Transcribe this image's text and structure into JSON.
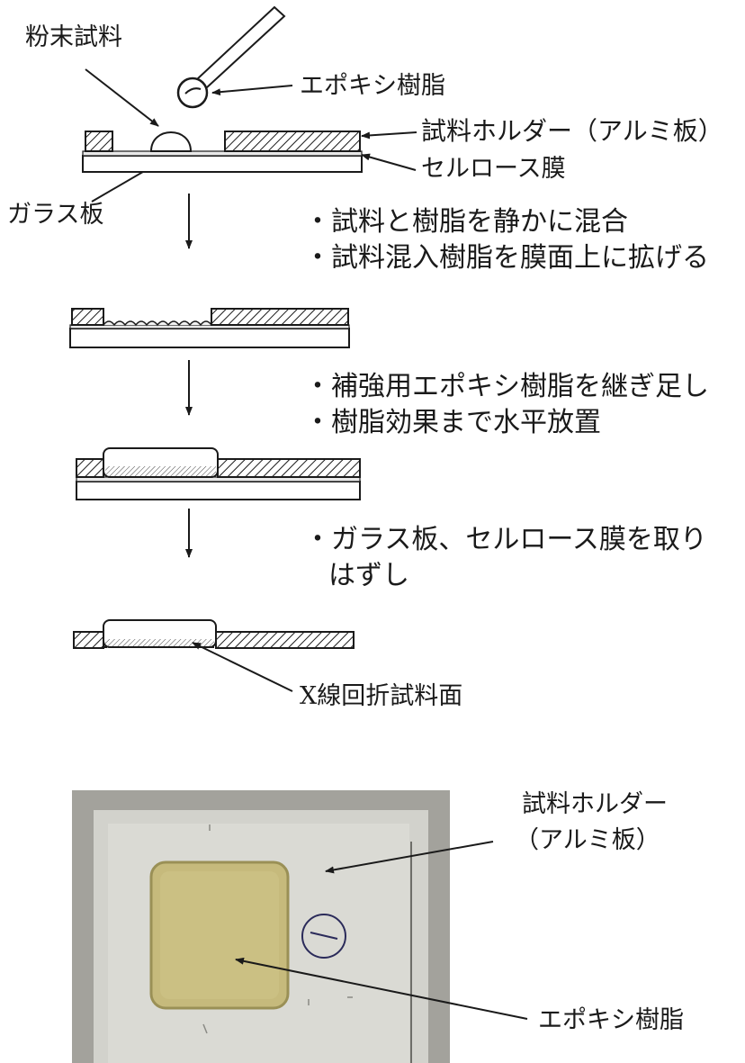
{
  "labels": {
    "powder_sample": "粉末試料",
    "epoxy_resin": "エポキシ樹脂",
    "sample_holder": "試料ホルダー（アルミ板）",
    "cellulose_membrane": "セルロース膜",
    "glass_plate": "ガラス板",
    "xrd_sample_surface": "X線回折試料面"
  },
  "steps": [
    {
      "lines": [
        "・試料と樹脂を静かに混合",
        "・試料混入樹脂を膜面上に拡げる"
      ]
    },
    {
      "lines": [
        "・補強用エポキシ樹脂を継ぎ足し",
        "・樹脂効果まで水平放置"
      ]
    },
    {
      "lines": [
        "・ガラス板、セルロース膜を取り",
        "はずし"
      ]
    }
  ],
  "photo": {
    "holder_label_line1": "試料ホルダー",
    "holder_label_line2": "（アルミ板）",
    "epoxy_label": "エポキシ樹脂"
  },
  "colors": {
    "ink": "#1a1a1a",
    "photo_background": "#a3a29c",
    "photo_plate": "#d2d2cc",
    "epoxy_window": "#c6ba7c",
    "marker_circle": "#2b2b5a"
  }
}
